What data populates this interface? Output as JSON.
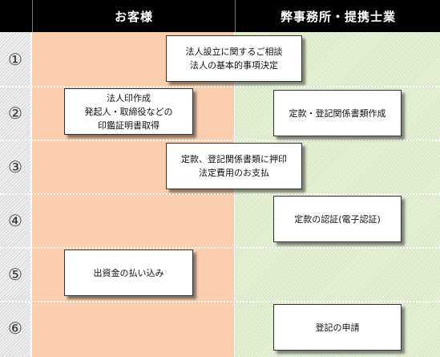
{
  "header": {
    "client": "お客様",
    "office": "弊事務所・提携士業"
  },
  "steps": [
    {
      "number": "①",
      "lines": [
        "法人設立に関するご相談",
        "法人の基本的事項決定"
      ]
    },
    {
      "number": "②",
      "client_lines": [
        "法人印作成",
        "発起人・取締役などの",
        "印鑑証明書取得"
      ],
      "office_lines": [
        "定款・登記関係書類作成"
      ]
    },
    {
      "number": "③",
      "lines": [
        "定款、登記関係書類に押印",
        "法定費用のお支払"
      ]
    },
    {
      "number": "④",
      "lines": [
        "定款の認証(電子認証)"
      ]
    },
    {
      "number": "⑤",
      "lines": [
        "出資金の払い込み"
      ]
    },
    {
      "number": "⑥",
      "lines": [
        "登記の申請"
      ]
    }
  ]
}
